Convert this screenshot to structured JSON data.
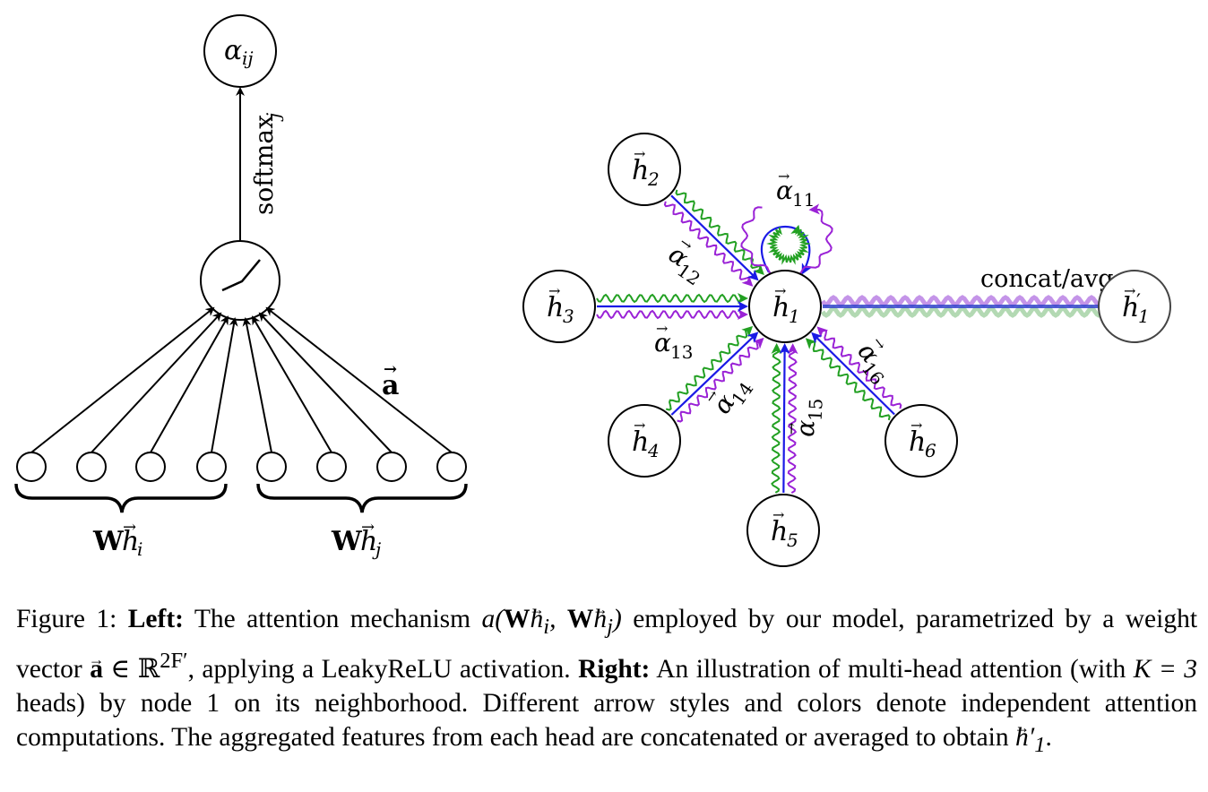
{
  "left_panel": {
    "output_node": {
      "symbol": "α",
      "subscript": "ij"
    },
    "softmax_label": {
      "text": "softmax",
      "subscript": "j"
    },
    "weight_label": "a",
    "group_labels": [
      {
        "prefix": "W",
        "symbol": "h",
        "subscript": "i"
      },
      {
        "prefix": "W",
        "symbol": "h",
        "subscript": "j"
      }
    ],
    "input_node_count": 8
  },
  "right_panel": {
    "center_node": {
      "symbol": "h",
      "subscript": "1"
    },
    "neighbor_nodes": [
      {
        "symbol": "h",
        "subscript": "2"
      },
      {
        "symbol": "h",
        "subscript": "3"
      },
      {
        "symbol": "h",
        "subscript": "4"
      },
      {
        "symbol": "h",
        "subscript": "5"
      },
      {
        "symbol": "h",
        "subscript": "6"
      }
    ],
    "attention_labels": [
      {
        "symbol": "α",
        "subscript": "11"
      },
      {
        "symbol": "α",
        "subscript": "12"
      },
      {
        "symbol": "α",
        "subscript": "13"
      },
      {
        "symbol": "α",
        "subscript": "14"
      },
      {
        "symbol": "α",
        "subscript": "15"
      },
      {
        "symbol": "α",
        "subscript": "16"
      }
    ],
    "output_node": {
      "symbol": "h",
      "prime": "′",
      "subscript": "1"
    },
    "aggregate_label": "concat/avg",
    "head_colors": [
      "#1a1ae6",
      "#22a022",
      "#9a22d6"
    ]
  },
  "caption": {
    "figure_label": "Figure 1:",
    "left_heading": "Left:",
    "left_text_1": "The attention mechanism",
    "left_math_1": "a(Wh",
    "left_text_2": "employed by our model, parametrized by a weight vector",
    "left_math_2": "a ∈ ℝ",
    "left_math_2_sup": "2F′",
    "left_text_3": ", applying a LeakyReLU activation.",
    "right_heading": "Right:",
    "right_text_1": "An illustration of multi-head attention (with",
    "right_math_1": "K = 3",
    "right_text_2": "heads) by node 1 on its neighborhood. Different arrow styles and colors denote independent attention computations. The aggregated features from each head are concatenated or averaged to obtain",
    "right_math_2": "h′",
    "right_math_2_sub": "1",
    "end": "."
  }
}
